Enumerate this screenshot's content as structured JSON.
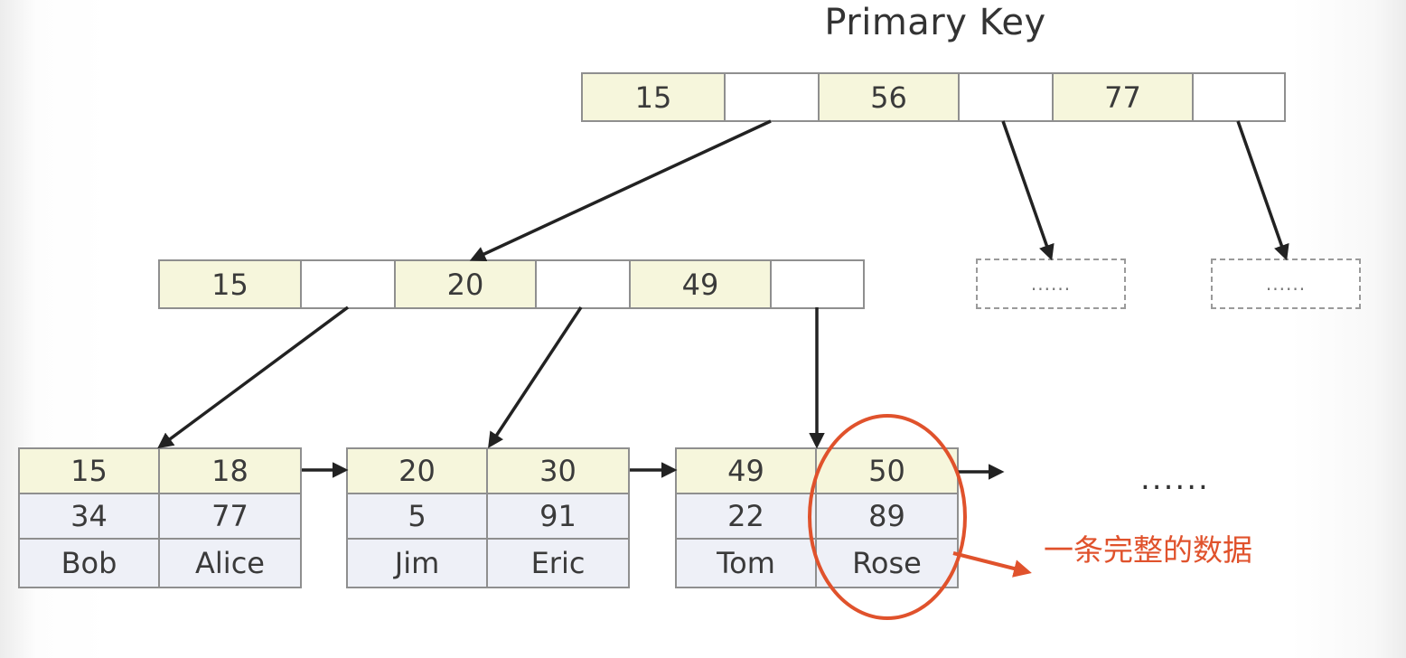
{
  "title": "Primary Key",
  "root": {
    "cells": [
      {
        "kind": "key",
        "text": "15"
      },
      {
        "kind": "ptr",
        "text": ""
      },
      {
        "kind": "key",
        "text": "56"
      },
      {
        "kind": "ptr",
        "text": ""
      },
      {
        "kind": "key",
        "text": "77"
      },
      {
        "kind": "ptr",
        "text": ""
      }
    ]
  },
  "branch": {
    "cells": [
      {
        "kind": "key",
        "text": "15"
      },
      {
        "kind": "ptr",
        "text": ""
      },
      {
        "kind": "key",
        "text": "20"
      },
      {
        "kind": "ptr",
        "text": ""
      },
      {
        "kind": "key",
        "text": "49"
      },
      {
        "kind": "ptr",
        "text": ""
      }
    ]
  },
  "placeholders": [
    {
      "text": "......"
    },
    {
      "text": "......"
    }
  ],
  "leaves": [
    {
      "rows": [
        [
          "15",
          "18"
        ],
        [
          "34",
          "77"
        ],
        [
          "Bob",
          "Alice"
        ]
      ]
    },
    {
      "rows": [
        [
          "20",
          "30"
        ],
        [
          "5",
          "91"
        ],
        [
          "Jim",
          "Eric"
        ]
      ]
    },
    {
      "rows": [
        [
          "49",
          "50"
        ],
        [
          "22",
          "89"
        ],
        [
          "Tom",
          "Rose"
        ]
      ]
    }
  ],
  "trailing_ellipsis": "......",
  "annotation": "一条完整的数据",
  "colors": {
    "key_fill": "#f6f6dc",
    "leaf_fill": "#eef0f6",
    "border": "#8f8f8f",
    "arrow": "#222222",
    "highlight": "#e0522c"
  }
}
